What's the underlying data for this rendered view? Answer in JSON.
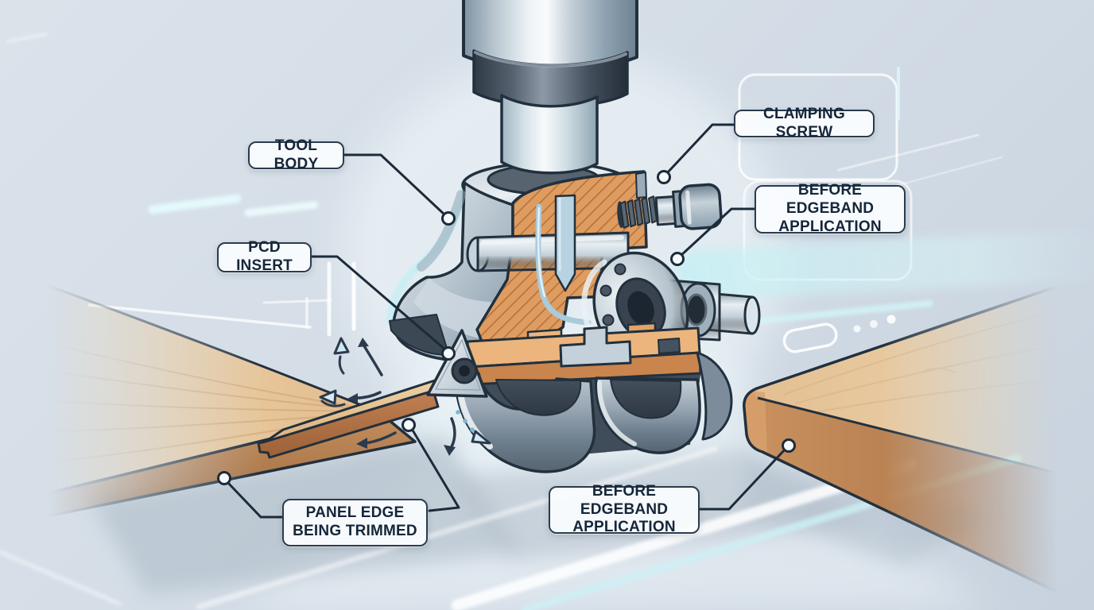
{
  "diagram": {
    "type": "technical-illustration",
    "subject": "Cross-section of a CNC edge-trimming tool head cutting a wood panel edgeband",
    "callouts": [
      {
        "id": "tool-body",
        "text": "TOOL BODY"
      },
      {
        "id": "clamping-screw",
        "text": "CLAMPING SCREW"
      },
      {
        "id": "before-edgeband-application-top",
        "text": "BEFORE EDGEBAND APPLICATION"
      },
      {
        "id": "pcd-insert",
        "text": "PCD INSERT"
      },
      {
        "id": "panel-edge-being-trimmed",
        "text": "PANEL EDGE BEING TRIMMED"
      },
      {
        "id": "before-edgeband-application-bottom",
        "text": "BEFORE EDGEBAND APPLICATION"
      }
    ],
    "components": [
      "machine-spindle",
      "spindle-collar",
      "tool-top-collar",
      "tool-body-cross-section",
      "clamping-screw",
      "coolant-channel",
      "arbor-pin",
      "bearing",
      "arbor-shaft",
      "cutter-flange",
      "cutter-lobes",
      "pcd-insert",
      "panel-left",
      "edgeband-strip",
      "panel-right",
      "rotation-arrows",
      "feed-arrows"
    ],
    "colors": {
      "background": "#d5dee7",
      "outline": "#22303d",
      "label_text": "#15263a",
      "label_border": "#2b3b4d",
      "leader_line": "#1c2b3a",
      "wood_top": "#ecd2aa",
      "wood_front": "#b5794c",
      "section_orange": "#df9c60",
      "section_hatch": "#b5723a",
      "steel_light": "#eef3f6",
      "steel_dark": "#4a5664",
      "glow_cyan": "#c6f1f5"
    }
  }
}
